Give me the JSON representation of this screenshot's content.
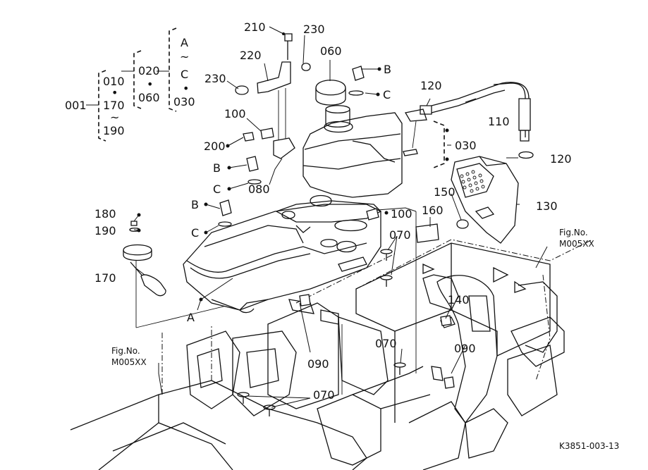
{
  "figure_code": "K3851-003-13",
  "refs": {
    "top_right": "Fig.No.\nM005XX",
    "left": "Fig.No.\nM005XX",
    "line1": "Fig.No.",
    "line2": "M005XX"
  },
  "groups": {
    "g001": "001",
    "g010": "010",
    "g170": "170",
    "g190": "190",
    "g020": "020",
    "g060b": "060",
    "gA": "A",
    "gC": "C",
    "g030b": "030",
    "dot": "•",
    "tilde": "~"
  },
  "callouts": {
    "p210": "210",
    "p230a": "230",
    "p220": "220",
    "p060": "060",
    "pB1": "B",
    "pC1": "C",
    "p230b": "230",
    "p100a": "100",
    "p200": "200",
    "pB2": "B",
    "pC2": "C",
    "p080": "080",
    "pB3": "B",
    "pC3": "C",
    "p180": "180",
    "p190": "190",
    "p170": "170",
    "pA": "A",
    "p120a": "120",
    "p110": "110",
    "p030": "030",
    "p120b": "120",
    "p130": "130",
    "p150": "150",
    "p160": "160",
    "p100b": "100",
    "p070a": "070",
    "p140": "140",
    "p090a": "090",
    "p070b": "070",
    "p090b": "090",
    "p070c": "070"
  }
}
